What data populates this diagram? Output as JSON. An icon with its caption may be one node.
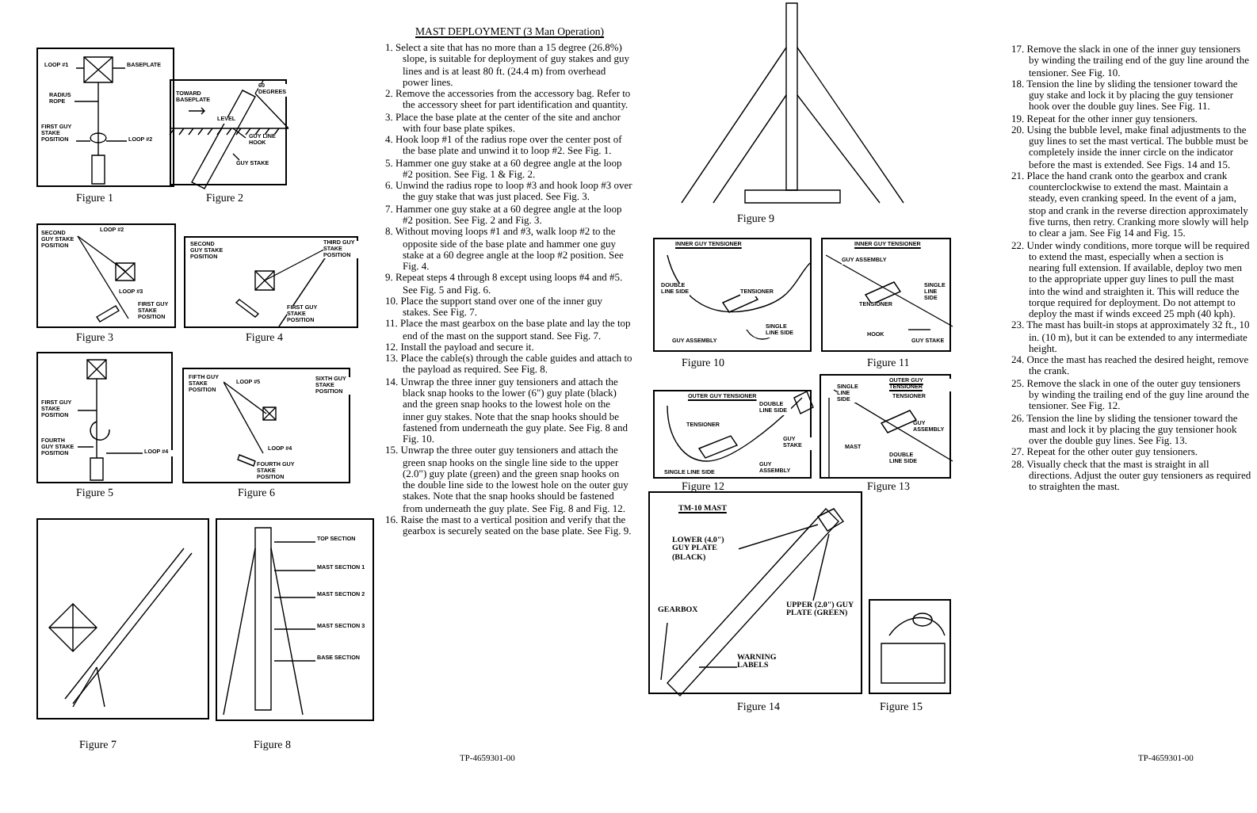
{
  "diagram": {
    "title": "MAST DEPLOYMENT (3 Man Operation)",
    "nodes": [
      {
        "text": [
          "LOOP #1",
          "BASEPLATE",
          "RADIUS ROPE",
          "FIRST GUY STAKE POSITION",
          "LOOP #2"
        ],
        "beside": [
          "Figure 1"
        ]
      },
      {
        "text": [
          "TOWARD BASEPLATE",
          "60 DEGREES",
          "LEVEL",
          "GUY LINE HOOK",
          "GUY STAKE"
        ],
        "beside": [
          "Figure 2"
        ]
      },
      {
        "text": [
          "SECOND GUY STAKE POSITION",
          "LOOP #2",
          "LOOP #3",
          "FIRST GUY STAKE POSITION"
        ],
        "beside": [
          "Figure 3"
        ]
      },
      {
        "text": [
          "SECOND GUY STAKE POSITION",
          "THIRD GUY STAKE POSITION",
          "FIRST GUY STAKE POSITION"
        ],
        "beside": [
          "Figure 4"
        ]
      },
      {
        "text": [
          "FIRST GUY STAKE POSITION",
          "FOURTH GUY STAKE POSITION",
          "LOOP #4"
        ],
        "beside": [
          "Figure 5"
        ]
      },
      {
        "text": [
          "FIFTH GUY STAKE POSITION",
          "LOOP #5",
          "SIXTH GUY STAKE POSITION",
          "LOOP #4",
          "FOURTH GUY STAKE POSITION"
        ],
        "beside": [
          "Figure 6"
        ]
      },
      {
        "text": [],
        "shape": "picture",
        "beside": [
          "Figure 7"
        ]
      },
      {
        "text": [
          "TOP SECTION",
          "MAST SECTION 1",
          "MAST SECTION 2",
          "MAST SECTION 3",
          "BASE SECTION"
        ],
        "beside": [
          "Figure 8"
        ]
      },
      {
        "text": [],
        "shape": "picture",
        "beside": [
          "Figure 9"
        ]
      },
      {
        "text": [
          "INNER GUY TENSIONER",
          "DOUBLE LINE SIDE",
          "TENSIONER",
          "SINGLE LINE SIDE",
          "GUY ASSEMBLY"
        ],
        "beside": [
          "Figure 10"
        ]
      },
      {
        "text": [
          "INNER GUY TENSIONER",
          "GUY ASSEMBLY",
          "TENSIONER",
          "SINGLE LINE SIDE",
          "HOOK",
          "GUY STAKE"
        ],
        "beside": [
          "Figure 11"
        ]
      },
      {
        "text": [
          "OUTER GUY TENSIONER",
          "DOUBLE LINE SIDE",
          "TENSIONER",
          "GUY STAKE",
          "GUY ASSEMBLY",
          "SINGLE LINE SIDE"
        ],
        "beside": [
          "Figure 12"
        ]
      },
      {
        "text": [
          "OUTER GUY TENSIONER",
          "SINGLE LINE SIDE",
          "TENSIONER",
          "GUY ASSEMBLY",
          "MAST",
          "DOUBLE LINE SIDE"
        ],
        "beside": [
          "Figure 13"
        ]
      },
      {
        "text": [
          "TM-10 MAST",
          "LOWER (4.0\") GUY PLATE (BLACK)",
          "GEARBOX",
          "UPPER (2.0\") GUY PLATE (GREEN)",
          "WARNING LABELS"
        ],
        "beside": [
          "Figure 14"
        ]
      },
      {
        "text": [],
        "shape": "picture",
        "beside": [
          "Figure 15"
        ]
      }
    ],
    "labels": [
      "1. Select a site that has no more than a 15 degree (26.8%) slope, is suitable for deployment of guy stakes and guy lines and is at least 80 ft. (24.4 m) from overhead power lines.",
      "2. Remove the accessories from the accessory bag. Refer to the accessory sheet for part identification and quantity.",
      "3. Place the base plate at the center of the site and anchor with four base plate spikes.",
      "4. Hook loop #1 of the radius rope over the center post of the base plate and unwind it to loop #2. See Fig. 1.",
      "5. Hammer one guy stake at a 60 degree angle at the loop #2 position. See Fig. 1 & Fig. 2.",
      "6. Unwind the radius rope to loop #3 and hook loop #3 over the guy stake that was just placed. See Fig. 3.",
      "7. Hammer one guy stake at a 60 degree angle at the loop #2 position. See Fig. 2 and Fig. 3.",
      "8. Without moving loops #1 and #3, walk loop #2 to the opposite side of the base plate and hammer one guy stake at a 60 degree angle at the loop #2 position. See Fig. 4.",
      "9. Repeat steps 4 through 8 except using loops #4 and #5. See Fig. 5 and Fig. 6.",
      "10. Place the support stand over one of the inner guy stakes. See Fig. 7.",
      "11. Place the mast gearbox on the base plate and lay the top end of the mast on the support stand. See Fig. 7.",
      "12. Install the payload and secure it.",
      "13. Place the cable(s) through the cable guides and attach to the payload as required. See Fig. 8.",
      "14. Unwrap the three inner guy tensioners and attach the black snap hooks to the lower (6\") guy plate (black) and the green snap hooks to the lowest hole on the inner guy stakes. Note that the snap hooks should be fastened from underneath the guy plate. See Fig. 8 and Fig. 10.",
      "15. Unwrap the three outer guy tensioners and attach the green snap hooks on the single line side to the upper (2.0\") guy plate (green) and the green snap hooks on the double line side to the lowest hole on the outer guy stakes. Note that the snap hooks should be fastened from underneath the guy plate. See Fig. 8 and Fig. 12.",
      "16. Raise the mast to a vertical position and verify that the gearbox is securely seated on the base plate. See Fig. 9.",
      "17. Remove the slack in one of the inner guy tensioners by winding the trailing end of the guy line around the tensioner. See Fig. 10.",
      "18. Tension the line by sliding the tensioner toward the guy stake and lock it by placing the guy tensioner hook over the double guy lines. See Fig. 11.",
      "19. Repeat for the other inner guy tensioners.",
      "20. Using the bubble level, make final adjustments to the guy lines to set the mast vertical. The bubble must be completely inside the inner circle on the indicator before the mast is extended. See Figs. 14 and 15.",
      "21. Place the hand crank onto the gearbox and crank counterclockwise to extend the mast. Maintain a steady, even cranking speed. In the event of a jam, stop and crank in the reverse direction approximately five turns, then retry. Cranking more slowly will help to clear a jam. See Fig 14 and Fig. 15.",
      "22. Under windy conditions, more torque will be required to extend the mast, especially when a section is nearing full extension. If available, deploy two men to the appropriate upper guy lines to pull the mast into the wind and straighten it. This will reduce the torque required for deployment. Do not attempt to deploy the mast if winds exceed 25 mph (40 kph).",
      "23. The mast has built-in stops at approximately 32 ft., 10 in. (10 m), but it can be extended to any intermediate height.",
      "24. Once the mast has reached the desired height, remove the crank.",
      "25. Remove the slack in one of the outer guy tensioners by winding the trailing end of the guy line around the tensioner. See Fig. 12.",
      "26. Tension the line by sliding the tensioner toward the mast and lock it by placing the guy tensioner hook over the double guy lines. See Fig. 13.",
      "27. Repeat for the other outer guy tensioners.",
      "28. Visually check that the mast is straight in all directions. Adjust the outer guy tensioners as required to straighten the mast.",
      "TP-4659301-00",
      "TP-4659301-00"
    ]
  }
}
